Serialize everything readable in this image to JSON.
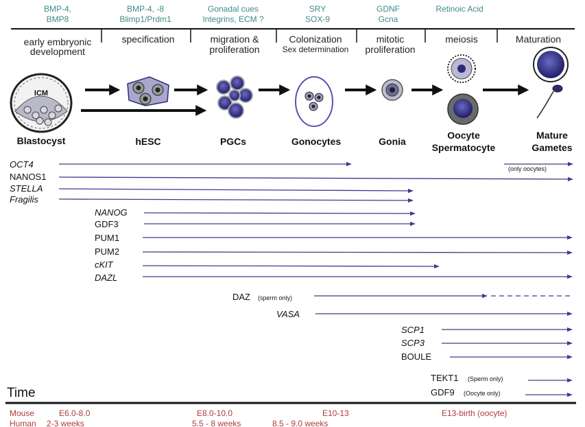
{
  "factors": [
    "BMP-4,",
    "BMP8",
    "BMP-4, -8",
    "Blimp1/Prdm1",
    "Gonadal cues",
    "Integrins, ECM ?",
    "SRY",
    "SOX-9",
    "GDNF",
    "Gcna",
    "Retinoic Acid"
  ],
  "stages": [
    "early embryonic",
    "development",
    "specification",
    "migration &",
    "proliferation",
    "Colonization",
    "Sex determination",
    "mitotic",
    "proliferation",
    "meiosis",
    "Maturation"
  ],
  "cells": {
    "icm": "ICM",
    "labels": [
      "Blastocyst",
      "hESC",
      "PGCs",
      "Gonocytes",
      "Gonia",
      "Oocyte",
      "Spermatocyte",
      "Mature",
      "Gametes"
    ]
  },
  "genes": [
    {
      "name": "OCT4",
      "italic": true,
      "note": "(only oocytes)"
    },
    {
      "name": "NANOS1",
      "italic": false
    },
    {
      "name": "STELLA",
      "italic": true
    },
    {
      "name": "Fragilis",
      "italic": true
    },
    {
      "name": "NANOG",
      "italic": true
    },
    {
      "name": "GDF3",
      "italic": false
    },
    {
      "name": "PUM1",
      "italic": false
    },
    {
      "name": "PUM2",
      "italic": false
    },
    {
      "name": "cKIT",
      "italic": true
    },
    {
      "name": "DAZL",
      "italic": true
    },
    {
      "name": "DAZ",
      "italic": false,
      "note": "(sperm only)"
    },
    {
      "name": "VASA",
      "italic": true
    },
    {
      "name": "SCP1",
      "italic": true
    },
    {
      "name": "SCP3",
      "italic": true
    },
    {
      "name": "BOULE",
      "italic": false
    },
    {
      "name": "TEKT1",
      "italic": false,
      "note": "(Sperm only)"
    },
    {
      "name": "GDF9",
      "italic": false,
      "note": "(Oocyte only)"
    }
  ],
  "time": {
    "title": "Time",
    "rows": [
      {
        "species": "Mouse",
        "values": [
          "E6.0-8.0",
          "E8.0-10.0",
          "E10-13",
          "E13-birth (oocyte)"
        ]
      },
      {
        "species": "Human",
        "values": [
          "2-3 weeks",
          "5.5 - 8 weeks",
          "8.5 - 9.0 weeks"
        ]
      }
    ]
  },
  "colors": {
    "factor": "#3f8a86",
    "gene_line": "#3d3c8c",
    "time": "#b03a3a",
    "cell_fill": "#2c2a7a"
  }
}
